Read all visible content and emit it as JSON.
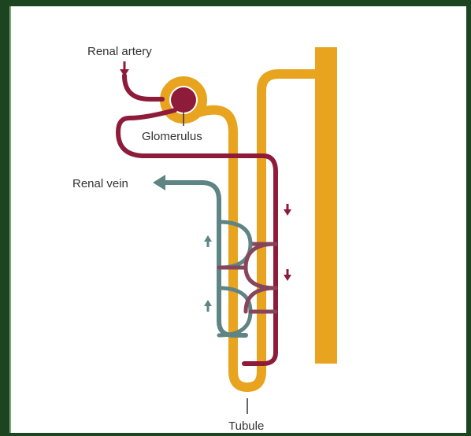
{
  "labels": {
    "renal_artery": "Renal artery",
    "glomerulus": "Glomerulus",
    "renal_vein": "Renal vein",
    "tubule": "Tubule"
  },
  "colors": {
    "tubule": "#e8a41f",
    "artery": "#8e1b3a",
    "vein": "#5e8584",
    "capillary": "#86455a",
    "frame": "#1d4420",
    "text": "#333333"
  }
}
